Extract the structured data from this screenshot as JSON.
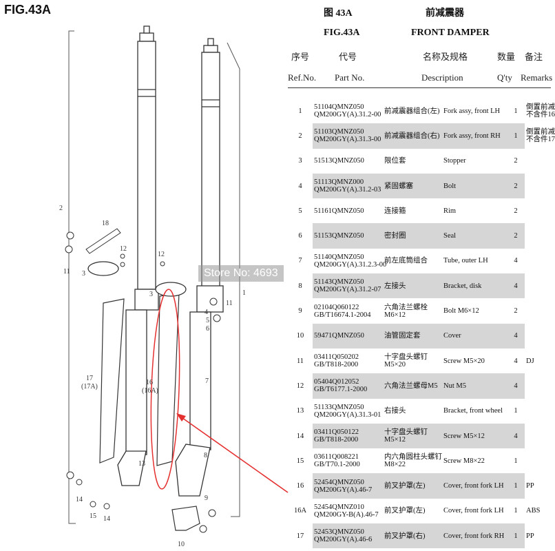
{
  "figure": {
    "code": "FIG.43A"
  },
  "header": {
    "cn_fig": "图  43A",
    "cn_name": "前减震器",
    "en_fig": "FIG.43A",
    "en_name": "FRONT DAMPER"
  },
  "columns": {
    "cn": [
      "序号",
      "代号",
      "名称及规格",
      "数量",
      "备注"
    ],
    "en": [
      "Ref.No.",
      "Part No.",
      "Description",
      "Q'ty",
      "Remarks"
    ]
  },
  "rows": [
    {
      "ref": "1",
      "part1": "51104QMNZ050",
      "part2": "QM200GY(A).31.2-00",
      "cn": "前减震器组合(左)",
      "cn2": "",
      "en": "Fork assy, front LH",
      "qty": "1",
      "remark": "倒置前减",
      "remark2": "不含件16",
      "shade": false
    },
    {
      "ref": "2",
      "part1": "51103QMNZ050",
      "part2": "QM200GY(A).31.3-00",
      "cn": "前减震器组合(右)",
      "cn2": "",
      "en": "Fork assy, front RH",
      "qty": "1",
      "remark": "倒置前减",
      "remark2": "不含件17",
      "shade": true
    },
    {
      "ref": "3",
      "part1": "51513QMNZ050",
      "part2": "",
      "cn": "限位套",
      "cn2": "",
      "en": "Stopper",
      "qty": "2",
      "remark": "",
      "remark2": "",
      "shade": false
    },
    {
      "ref": "4",
      "part1": "51113QMNZ000",
      "part2": "QM200GY(A).31.2-03",
      "cn": "紧固螺塞",
      "cn2": "",
      "en": "Bolt",
      "qty": "2",
      "remark": "",
      "remark2": "",
      "shade": true
    },
    {
      "ref": "5",
      "part1": "51161QMNZ050",
      "part2": "",
      "cn": "连接箍",
      "cn2": "",
      "en": "Rim",
      "qty": "2",
      "remark": "",
      "remark2": "",
      "shade": false
    },
    {
      "ref": "6",
      "part1": "51153QMNZ050",
      "part2": "",
      "cn": "密封圈",
      "cn2": "",
      "en": "Seal",
      "qty": "2",
      "remark": "",
      "remark2": "",
      "shade": true
    },
    {
      "ref": "7",
      "part1": "51140QMNZ050",
      "part2": "QM200GY(A).31.2.3-00",
      "cn": "前左底筒组合",
      "cn2": "",
      "en": "Tube, outer LH",
      "qty": "4",
      "remark": "",
      "remark2": "",
      "shade": false
    },
    {
      "ref": "8",
      "part1": "51143QMNZ050",
      "part2": "QM200GY(A).31.2-07",
      "cn": "左接头",
      "cn2": "",
      "en": "Bracket, disk",
      "qty": "4",
      "remark": "",
      "remark2": "",
      "shade": true
    },
    {
      "ref": "9",
      "part1": "02104Q060122",
      "part2": "GB/T16674.1-2004",
      "cn": "六角法兰螺栓",
      "cn2": "M6×12",
      "en": "Bolt M6×12",
      "qty": "2",
      "remark": "",
      "remark2": "",
      "shade": false
    },
    {
      "ref": "10",
      "part1": "59471QMNZ050",
      "part2": "",
      "cn": "油管固定套",
      "cn2": "",
      "en": "Cover",
      "qty": "4",
      "remark": "",
      "remark2": "",
      "shade": true
    },
    {
      "ref": "11",
      "part1": "03411Q050202",
      "part2": "GB/T818-2000",
      "cn": "十字盘头螺钉",
      "cn2": "M5×20",
      "en": "Screw M5×20",
      "qty": "4",
      "remark": "DJ",
      "remark2": "",
      "shade": false
    },
    {
      "ref": "12",
      "part1": "05404Q012052",
      "part2": "GB/T6177.1-2000",
      "cn": "六角法兰螺母M5",
      "cn2": "",
      "en": "Nut M5",
      "qty": "4",
      "remark": "",
      "remark2": "",
      "shade": true
    },
    {
      "ref": "13",
      "part1": "51133QMNZ050",
      "part2": "QM200GY(A).31.3-01",
      "cn": "右接头",
      "cn2": "",
      "en": "Bracket, front wheel",
      "qty": "1",
      "remark": "",
      "remark2": "",
      "shade": false
    },
    {
      "ref": "14",
      "part1": "03411Q050122",
      "part2": "GB/T818-2000",
      "cn": "十字盘头螺钉",
      "cn2": "M5×12",
      "en": "Screw M5×12",
      "qty": "4",
      "remark": "",
      "remark2": "",
      "shade": true
    },
    {
      "ref": "15",
      "part1": "03611Q008221",
      "part2": "GB/T70.1-2000",
      "cn": "内六角圆柱头螺钉",
      "cn2": "M8×22",
      "en": "Screw M8×22",
      "qty": "1",
      "remark": "",
      "remark2": "",
      "shade": false
    },
    {
      "ref": "16",
      "part1": "52454QMNZ050",
      "part2": "QM200GY(A).46-7",
      "cn": "前叉护罩(左)",
      "cn2": "",
      "en": "Cover, front fork LH",
      "qty": "1",
      "remark": "PP",
      "remark2": "",
      "shade": true
    },
    {
      "ref": "16A",
      "part1": "52454QMNZ010",
      "part2": "QM200GY-B(A).46-7",
      "cn": "前叉护罩(左)",
      "cn2": "",
      "en": "Cover, front fork LH",
      "qty": "1",
      "remark": "ABS",
      "remark2": "",
      "shade": false
    },
    {
      "ref": "17",
      "part1": "52453QMNZ050",
      "part2": "QM200GY(A).46-6",
      "cn": "前叉护罩(右)",
      "cn2": "",
      "en": "Cover, front fork RH",
      "qty": "1",
      "remark": "PP",
      "remark2": "",
      "shade": true
    }
  ],
  "callouts": {
    "c1": "1",
    "c2": "2",
    "c3a": "3",
    "c3b": "3",
    "c4": "4",
    "c5": "5",
    "c6": "6",
    "c7": "7",
    "c8": "8",
    "c9": "9",
    "c10": "10",
    "c11a": "11",
    "c11b": "11",
    "c12a": "12",
    "c12b": "12",
    "c13": "13",
    "c14a": "14",
    "c14b": "14",
    "c15": "15",
    "c16": "16",
    "c16a": "(16A)",
    "c17": "17",
    "c17a": "(17A)",
    "c18": "18"
  },
  "watermark": "Store No: 4693",
  "colors": {
    "highlight": "#e53030",
    "shade": "#d6d6d6",
    "line": "#444444"
  }
}
